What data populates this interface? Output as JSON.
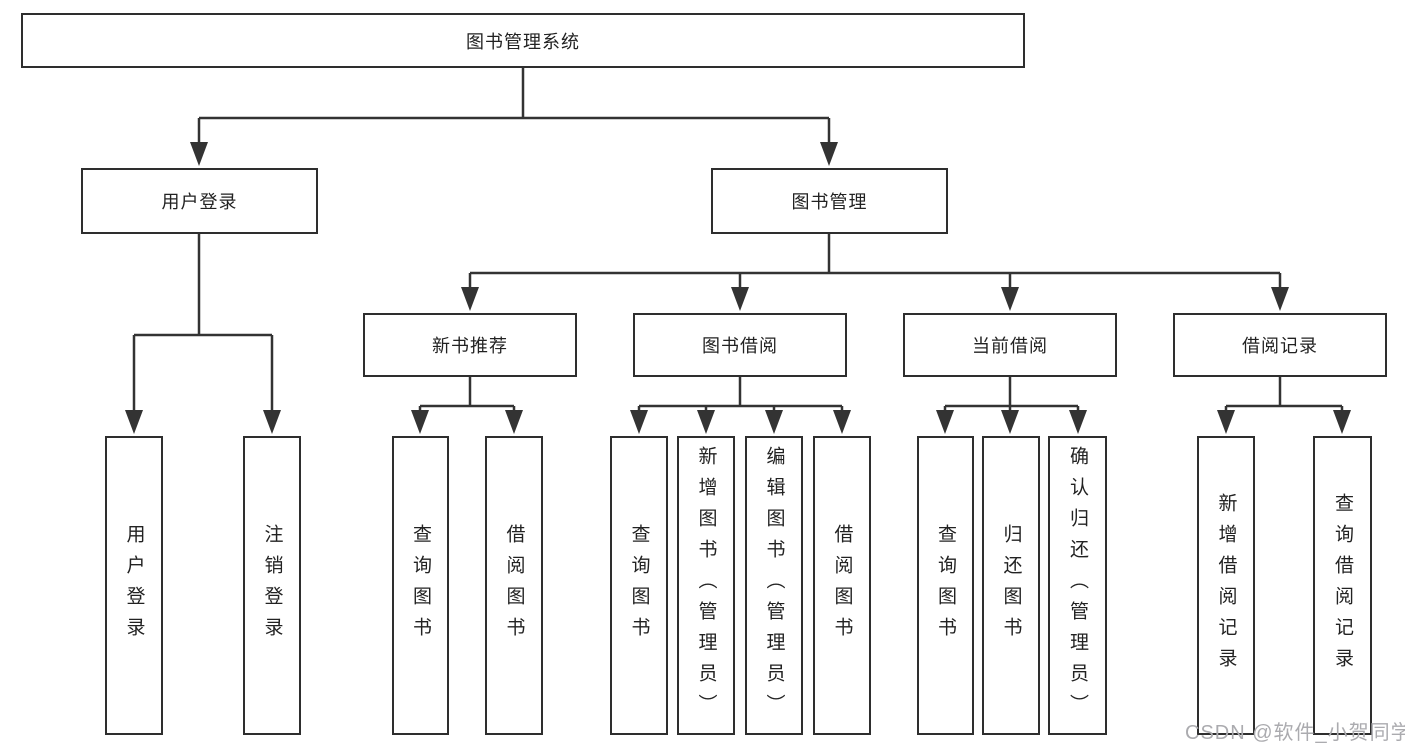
{
  "diagram": {
    "nodes": {
      "root": "图书管理系统",
      "login": "用户登录",
      "mgmt": "图书管理",
      "new_rec": "新书推荐",
      "borrow": "图书借阅",
      "current": "当前借阅",
      "records": "借阅记录",
      "login_user": "用户登录",
      "login_logout": "注销登录",
      "rec_query": "查询图书",
      "rec_borrow": "借阅图书",
      "bor_query": "查询图书",
      "bor_add": "新增图书（管理员）",
      "bor_edit": "编辑图书（管理员）",
      "bor_borrow": "借阅图书",
      "cur_query": "查询图书",
      "cur_return": "归还图书",
      "cur_confirm": "确认归还（管理员）",
      "brec_add": "新增借阅记录",
      "brec_query": "查询借阅记录"
    }
  },
  "watermark": "CSDN @软件_小贺同学",
  "colors": {
    "line": "#333333",
    "border": "#2e2e2e",
    "text": "#222222",
    "watermark": "#ababaf",
    "background": "#ffffff"
  }
}
